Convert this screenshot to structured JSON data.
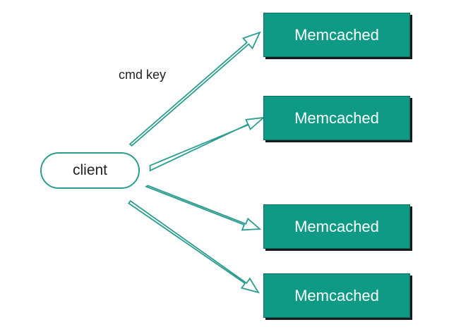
{
  "diagram": {
    "client_label": "client",
    "edge_label": "cmd key",
    "servers": [
      {
        "label": "Memcached"
      },
      {
        "label": "Memcached"
      },
      {
        "label": "Memcached"
      },
      {
        "label": "Memcached"
      }
    ],
    "colors": {
      "server_fill": "#0f9a86",
      "server_text": "#ffffff",
      "outline": "#2a9d8f",
      "shadow": "#1b1b1b"
    }
  }
}
